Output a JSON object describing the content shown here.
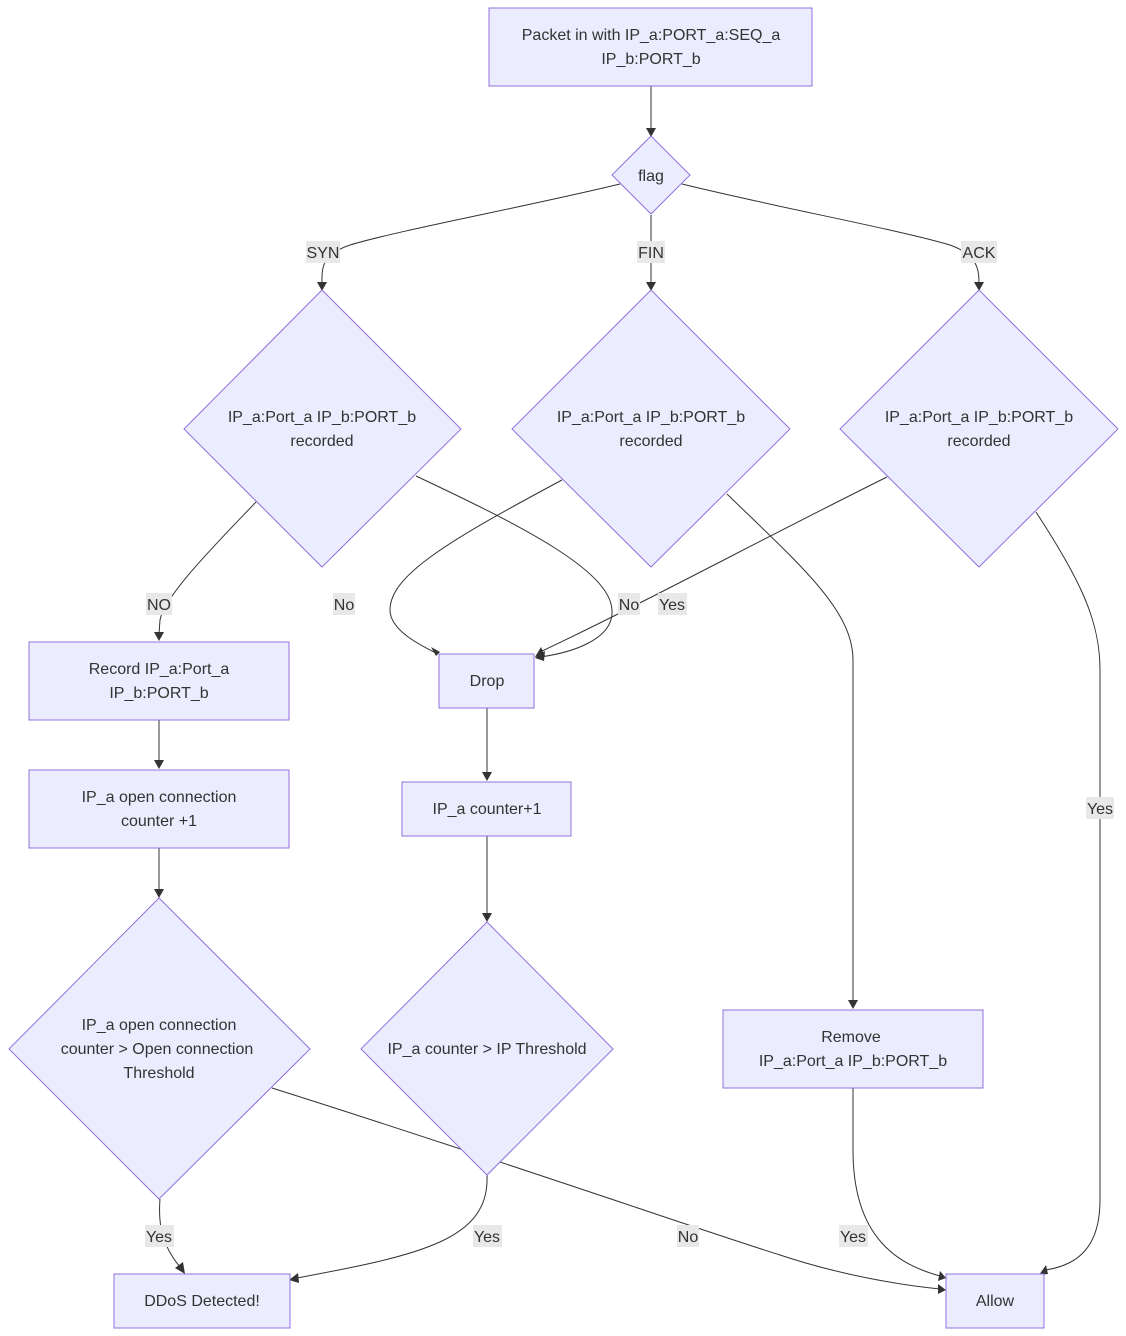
{
  "nodes": {
    "packet_in": {
      "lines": [
        "Packet in with IP_a:PORT_a:SEQ_a",
        "IP_b:PORT_b"
      ]
    },
    "flag": {
      "lines": [
        "flag"
      ]
    },
    "syn_recorded": {
      "lines": [
        "IP_a:Port_a IP_b:PORT_b",
        "recorded"
      ]
    },
    "fin_recorded": {
      "lines": [
        "IP_a:Port_a IP_b:PORT_b",
        "recorded"
      ]
    },
    "ack_recorded": {
      "lines": [
        "IP_a:Port_a IP_b:PORT_b",
        "recorded"
      ]
    },
    "record": {
      "lines": [
        "Record IP_a:Port_a",
        "IP_b:PORT_b"
      ]
    },
    "open_counter": {
      "lines": [
        "IP_a open connection",
        "counter +1"
      ]
    },
    "open_threshold": {
      "lines": [
        "IP_a open connection",
        "counter > Open connection",
        "Threshold"
      ]
    },
    "drop": {
      "lines": [
        "Drop"
      ]
    },
    "ip_counter": {
      "lines": [
        "IP_a counter+1"
      ]
    },
    "ip_threshold": {
      "lines": [
        "IP_a counter > IP Threshold"
      ]
    },
    "remove": {
      "lines": [
        "Remove",
        "IP_a:Port_a IP_b:PORT_b"
      ]
    },
    "ddos": {
      "lines": [
        "DDoS Detected!"
      ]
    },
    "allow": {
      "lines": [
        "Allow"
      ]
    }
  },
  "edges": {
    "flag_syn": "SYN",
    "flag_fin": "FIN",
    "flag_ack": "ACK",
    "syn_no_record": "NO",
    "syn_yes_drop": "No",
    "fin_no_drop": "No",
    "ack_no_drop": "Yes",
    "ack_yes_allow": "Yes",
    "open_yes_ddos": "Yes",
    "ip_yes_ddos": "Yes",
    "open_no_allow": "No",
    "remove_yes_allow": "Yes"
  },
  "colors": {
    "node_fill": "#ECECFF",
    "node_stroke": "#9370DB",
    "edge": "#333333",
    "label_bg": "#e8e8e8"
  }
}
